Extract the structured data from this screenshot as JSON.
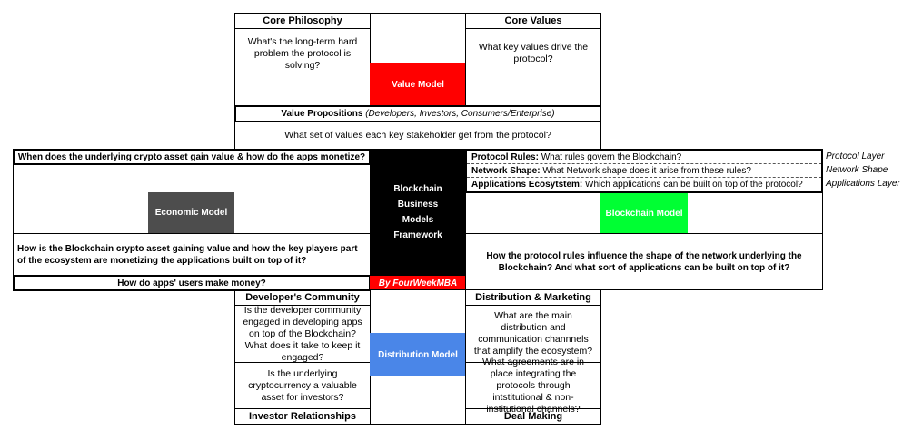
{
  "value_model": {
    "core_philosophy": {
      "title": "Core Philosophy",
      "question": "What's the long-term hard problem the protocol is solving?"
    },
    "core_values": {
      "title": "Core Values",
      "question": "What key values drive the protocol?"
    },
    "label": "Value Model",
    "value_propositions": {
      "title": "Value Propositions",
      "stakeholders": "(Developers, Investors, Consumers/Enterprise)",
      "question": "What set of values each key stakeholder get from the protocol?"
    }
  },
  "economic_model": {
    "top_question": "When does the underlying crypto asset gain value & how do the apps monetize?",
    "label": "Economic Model",
    "main_question": "How is the Blockchain crypto asset gaining value and how the key players part of the ecosystem are monetizing the applications built on top of it?",
    "bottom_question": "How do apps' users make money?"
  },
  "center": {
    "title": "Blockchain Business Models Framework",
    "credit": "By FourWeekMBA"
  },
  "blockchain_model": {
    "protocol_rules": {
      "title": "Protocol Rules:",
      "question": "What rules govern the Blockchain?",
      "layer": "Protocol Layer"
    },
    "network_shape": {
      "title": "Network Shape:",
      "question": "What Network shape does it arise from these rules?",
      "layer": "Network Shape"
    },
    "applications": {
      "title": "Applications Ecosytstem:",
      "question": "Which applications can be built on top of the protocol?",
      "layer": "Applications Layer"
    },
    "label": "Blockchain Model",
    "main_question": "How the protocol rules influence the shape of the network underlying the Blockchain? And what sort of applications can be built on top of it?"
  },
  "distribution_model": {
    "label": "Distribution Model",
    "developers_community": {
      "title": "Developer's Community",
      "question1": "Is the developer community engaged in developing apps on top of the Blockchain? What does it take to keep it engaged?",
      "question2": "Is the underlying cryptocurrency a valuable asset for investors?"
    },
    "investor_relationships": {
      "title": "Investor Relationships"
    },
    "distribution_marketing": {
      "title": "Distribution & Marketing",
      "question1": "What are the main distribution and communication channnels that amplify the ecosystem?",
      "question2": "What agreements are in place integrating the protocols through intstitutional & non-institutional channels?"
    },
    "deal_making": {
      "title": "Deal Making"
    }
  },
  "colors": {
    "value_model": "#ff0000",
    "economic_model": "#4d4d4d",
    "blockchain_model": "#00ff33",
    "distribution_model": "#4a86e8",
    "center": "#000000",
    "credit": "#ff0000"
  }
}
